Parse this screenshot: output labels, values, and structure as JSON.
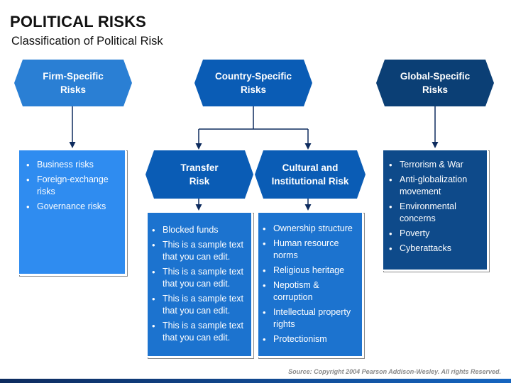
{
  "title": "POLITICAL RISKS",
  "subtitle": "Classification of Political Risk",
  "categories": [
    {
      "label": "Firm-Specific\nRisks",
      "color": "#2a7fd4"
    },
    {
      "label": "Country-Specific\nRisks",
      "color": "#0a5cb5"
    },
    {
      "label": "Global-Specific\nRisks",
      "color": "#0b3f75"
    }
  ],
  "subcategories": [
    {
      "label": "Transfer\nRisk",
      "color": "#0a5cb5"
    },
    {
      "label": "Cultural and\nInstitutional Risk",
      "color": "#0a5cb5"
    }
  ],
  "lists": {
    "firm": {
      "color": "#2f8cf0",
      "items": [
        "Business risks",
        "Foreign-exchange risks",
        "Governance risks"
      ]
    },
    "transfer": {
      "color": "#1c73cf",
      "items": [
        "Blocked funds",
        "This is a sample text that you can edit.",
        "This is a sample text that you can edit.",
        "This is a sample text that you can edit.",
        "This is a sample text that you can edit."
      ]
    },
    "cultural": {
      "color": "#1c73cf",
      "items": [
        "Ownership structure",
        "Human resource norms",
        "Religious heritage",
        "Nepotism & corruption",
        "Intellectual property rights",
        "Protectionism"
      ]
    },
    "global": {
      "color": "#0e4a8a",
      "items": [
        "Terrorism & War",
        "Anti-globalization movement",
        "Environmental concerns",
        "Poverty",
        "Cyberattacks"
      ]
    }
  },
  "source": "Source: Copyright 2004 Pearson Addison-Wesley. All rights Reserved."
}
